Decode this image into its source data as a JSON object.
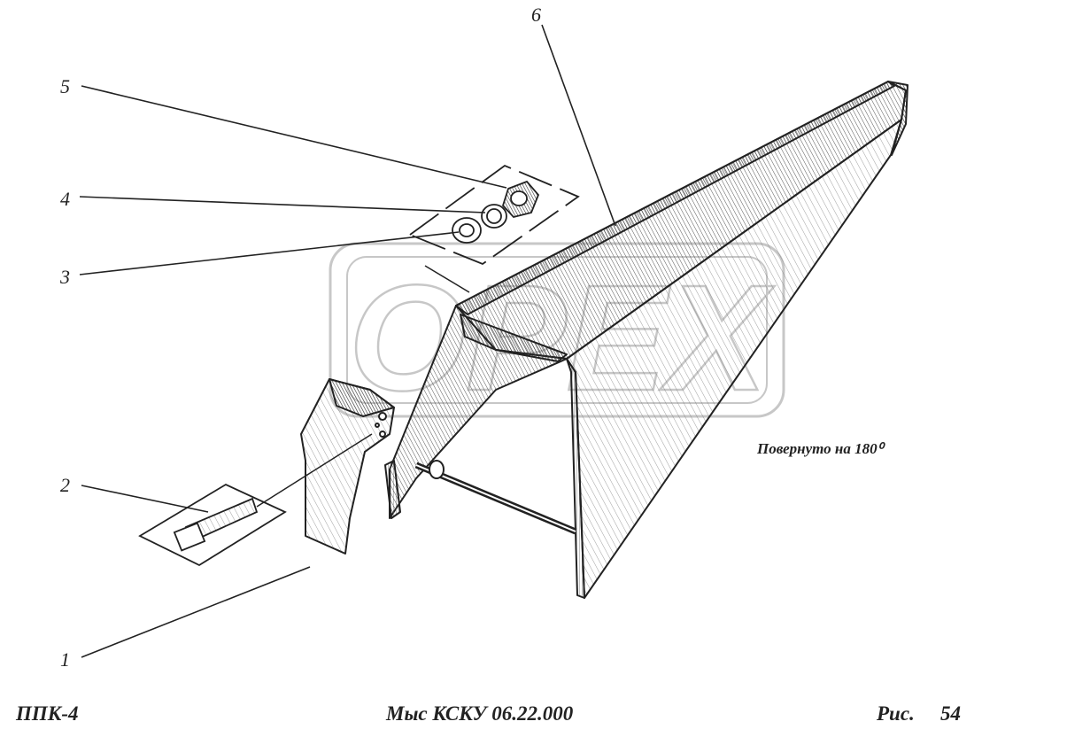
{
  "callouts": {
    "c1": "1",
    "c2": "2",
    "c3": "3",
    "c4": "4",
    "c5": "5",
    "c6": "6"
  },
  "note": "Повернуто на 180⁰",
  "footer": {
    "left": "ППК-4",
    "center": "Мыс КСКУ 06.22.000",
    "fig_prefix": "Рис.",
    "fig_number": "54"
  },
  "watermark": "OPEX",
  "colors": {
    "ink": "#222222",
    "hatch": "#444444",
    "watermark": "#9a9a9a"
  }
}
